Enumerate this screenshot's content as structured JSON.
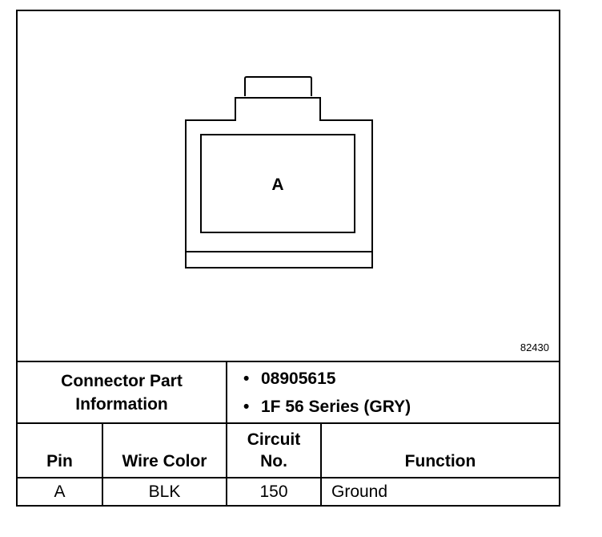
{
  "connector_diagram": {
    "pin_label": "A",
    "figure_id": "82430"
  },
  "connector_part_info": {
    "label_line1": "Connector Part",
    "label_line2": "Information",
    "items": [
      "08905615",
      "1F 56 Series (GRY)"
    ]
  },
  "pin_table": {
    "headers": {
      "pin": "Pin",
      "wire_color": "Wire Color",
      "circuit_line1": "Circuit",
      "circuit_line2": "No.",
      "function": "Function"
    },
    "rows": [
      {
        "pin": "A",
        "wire_color": "BLK",
        "circuit": "150",
        "function": "Ground"
      }
    ]
  }
}
